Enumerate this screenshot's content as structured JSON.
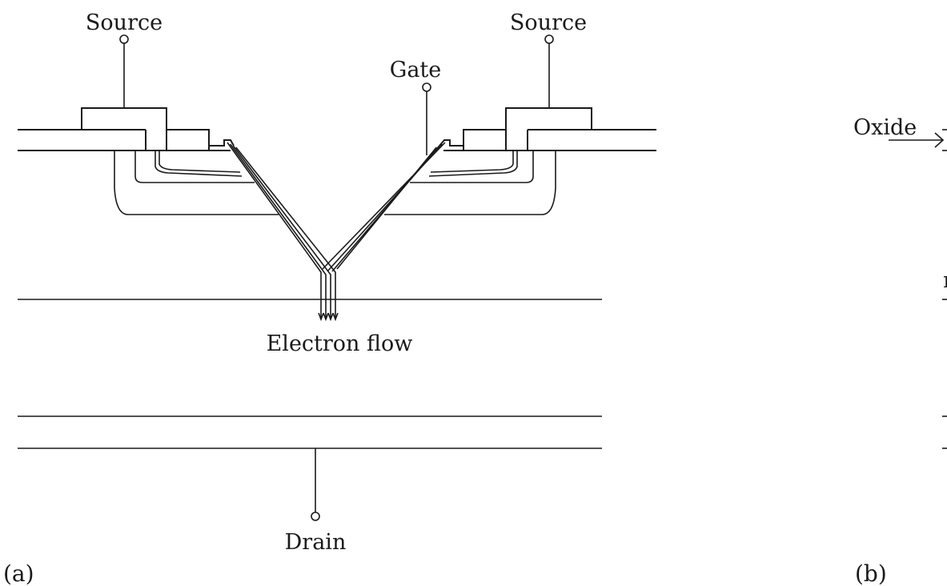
{
  "figure": {
    "panel_a": {
      "tag": "(a)",
      "terminals": {
        "source_left": "Source",
        "source_right": "Source",
        "gate": "Gate",
        "drain": "Drain"
      },
      "annotations": {
        "flow": "Electron flow"
      }
    },
    "panel_b": {
      "tag": "(b)",
      "annotations": {
        "oxide": "Oxide",
        "partial_label": "r"
      }
    },
    "colors": {
      "ink": "#1a1a1a",
      "background": "#ffffff"
    }
  }
}
